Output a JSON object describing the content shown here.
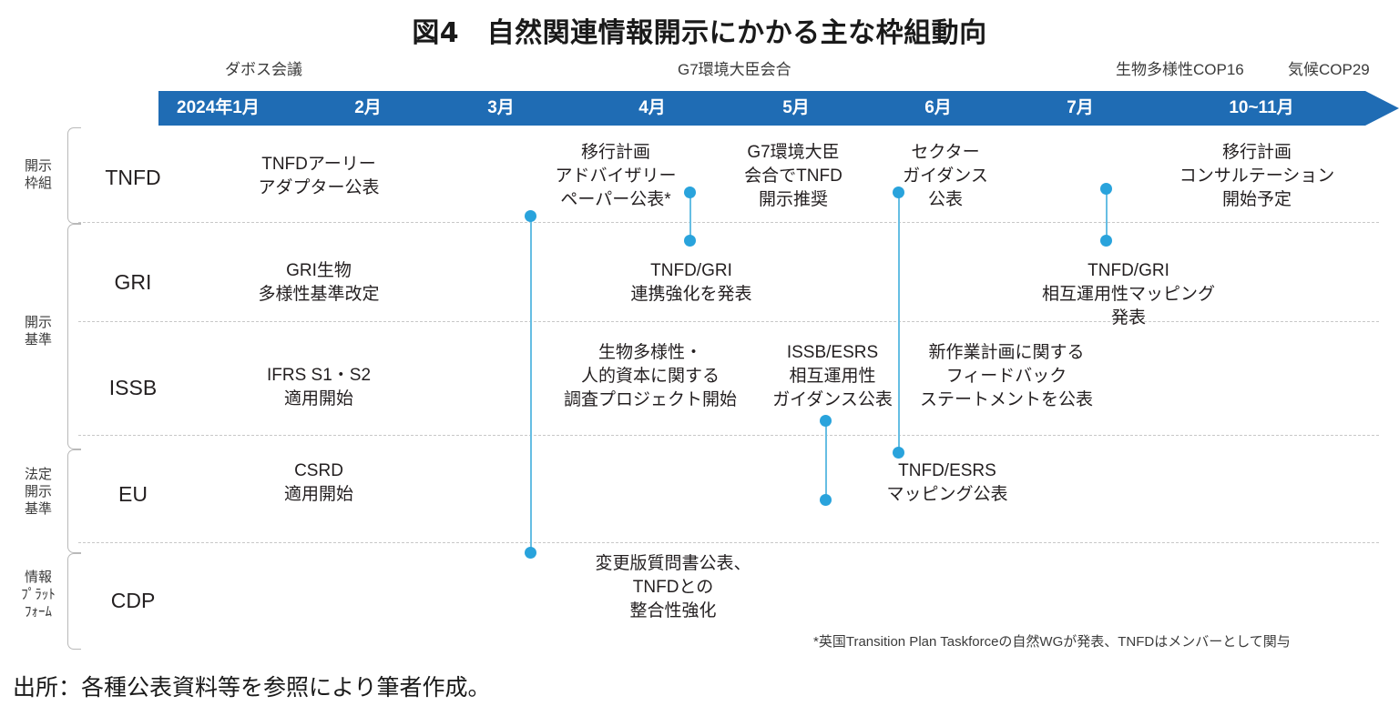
{
  "figure": {
    "title": "図4　自然関連情報開示にかかる主な枠組動向",
    "source": "出所：各種公表資料等を参照により筆者作成。",
    "footnote": "*英国Transition Plan Taskforceの自然WGが発表、TNFDはメンバーとして関与",
    "accent_color": "#1F6CB4",
    "dot_color": "#29A3DC",
    "line_color": "#66BEE3"
  },
  "timeline": {
    "months": [
      {
        "label": "2024年1月"
      },
      {
        "label": "2月"
      },
      {
        "label": "3月"
      },
      {
        "label": "4月"
      },
      {
        "label": "5月"
      },
      {
        "label": "6月"
      },
      {
        "label": "7月"
      },
      {
        "label": "10~11月"
      }
    ],
    "annotations": [
      {
        "label": "ダボス会議"
      },
      {
        "label": "G7環境大臣会合"
      },
      {
        "label": "生物多様性COP16"
      },
      {
        "label": "気候COP29"
      }
    ]
  },
  "groups": [
    {
      "label": "開示\n枠組"
    },
    {
      "label": "開示\n基準"
    },
    {
      "label": "法定\n開示\n基準"
    },
    {
      "label": "情報\nﾌﾟﾗｯﾄ\nﾌｫｰﾑ"
    }
  ],
  "rows": [
    {
      "name": "TNFD"
    },
    {
      "name": "GRI"
    },
    {
      "name": "ISSB"
    },
    {
      "name": "EU"
    },
    {
      "name": "CDP"
    }
  ],
  "events": [
    {
      "row": "TNFD",
      "month": "2024年1月",
      "text": "TNFDアーリー\nアダプター公表"
    },
    {
      "row": "TNFD",
      "month": "4月",
      "text": "移行計画\nアドバイザリー\nペーパー公表*"
    },
    {
      "row": "TNFD",
      "month": "5月",
      "text": "G7環境大臣\n会合でTNFD\n開示推奨"
    },
    {
      "row": "TNFD",
      "month": "6月",
      "text": "セクター\nガイダンス\n公表"
    },
    {
      "row": "TNFD",
      "month": "10~11月",
      "text": "移行計画\nコンサルテーション\n開始予定"
    },
    {
      "row": "GRI",
      "month": "2024年1月",
      "text": "GRI生物\n多様性基準改定"
    },
    {
      "row": "GRI",
      "month": "4月",
      "text": "TNFD/GRI\n連携強化を発表"
    },
    {
      "row": "GRI",
      "month": "7月",
      "text": "TNFD/GRI\n相互運用性マッピング\n発表"
    },
    {
      "row": "ISSB",
      "month": "2024年1月",
      "text": "IFRS S1・S2\n適用開始"
    },
    {
      "row": "ISSB",
      "month": "4月",
      "text": "生物多様性・\n人的資本に関する\n調査プロジェクト開始"
    },
    {
      "row": "ISSB",
      "month": "5月",
      "text": "ISSB/ESRS\n相互運用性\nガイダンス公表"
    },
    {
      "row": "ISSB",
      "month": "6月",
      "text": "新作業計画に関する\nフィードバック\nステートメントを公表"
    },
    {
      "row": "EU",
      "month": "2024年1月",
      "text": "CSRD\n適用開始"
    },
    {
      "row": "EU",
      "month": "6月",
      "text": "TNFD/ESRS\nマッピング公表"
    },
    {
      "row": "CDP",
      "month": "4月",
      "text": "変更版質問書公表、\nTNFDとの\n整合性強化"
    }
  ]
}
